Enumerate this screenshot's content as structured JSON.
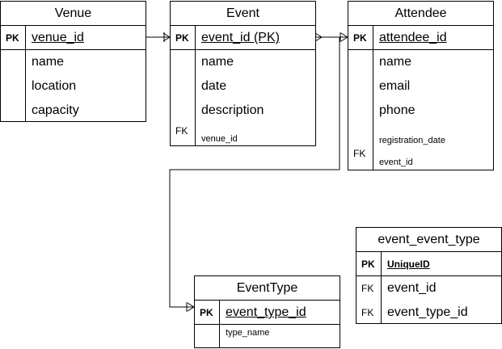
{
  "entities": {
    "venue": {
      "title": "Venue",
      "pk_label": "PK",
      "pk_field": "venue_id",
      "fields": [
        "name",
        "location",
        "capacity"
      ]
    },
    "event": {
      "title": "Event",
      "pk_label": "PK",
      "pk_field": "event_id (PK)",
      "fields": [
        "name",
        "date",
        "description"
      ],
      "fk_label": "FK",
      "fk_field": "venue_id"
    },
    "attendee": {
      "title": "Attendee",
      "pk_label": "PK",
      "pk_field": "attendee_id",
      "fields": [
        "name",
        "email",
        "phone",
        "registration_date"
      ],
      "fk_label": "FK",
      "fk_field": "event_id"
    },
    "event_event_type": {
      "title": "event_event_type",
      "pk_label": "PK",
      "pk_field": "UniqueID",
      "fk_rows": [
        {
          "label": "FK",
          "field": "event_id"
        },
        {
          "label": "FK",
          "field": "event_type_id"
        }
      ]
    },
    "event_type": {
      "title": "EventType",
      "pk_label": "PK",
      "pk_field": "event_type_id",
      "fields": [
        "type_name"
      ]
    }
  }
}
